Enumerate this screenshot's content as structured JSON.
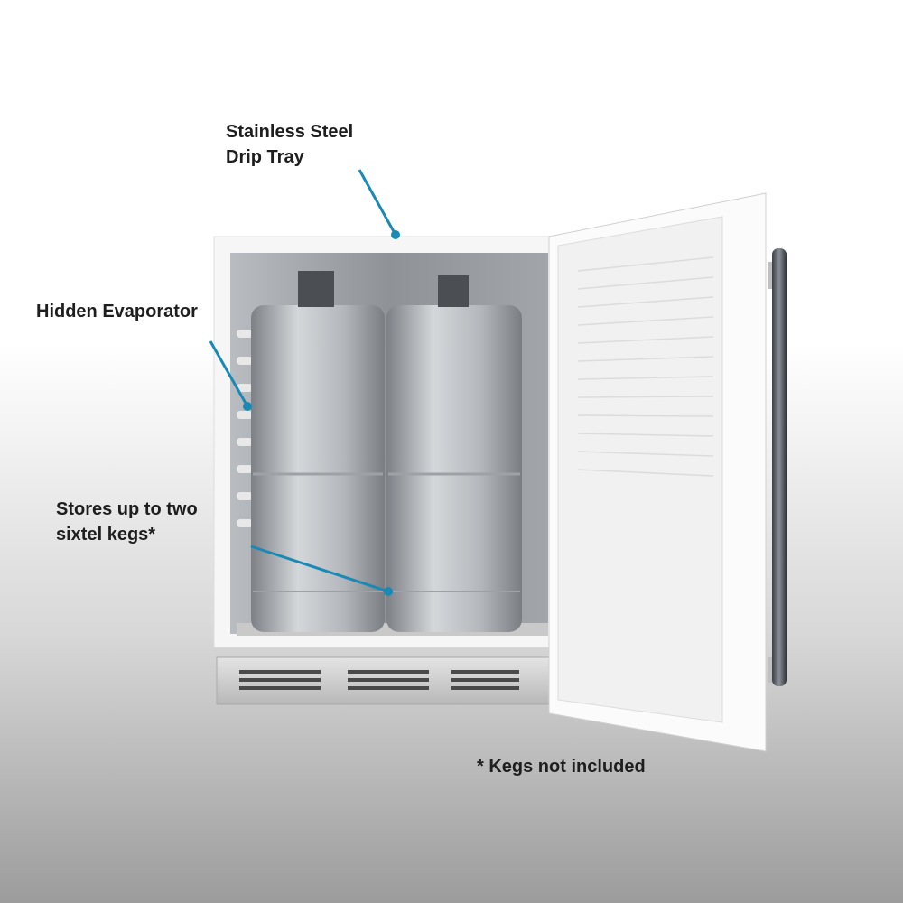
{
  "callouts": {
    "drip_tray": [
      "Stainless Steel",
      "Drip Tray"
    ],
    "evaporator": "Hidden Evaporator",
    "kegs": [
      "Stores up to two",
      "sixtel kegs*"
    ],
    "footnote": "* Kegs not included"
  },
  "colors": {
    "callout_line": "#1a8ab5",
    "cabinet": "#ffffff",
    "interior": "#8e9196",
    "keg": "#b4b8bc"
  }
}
